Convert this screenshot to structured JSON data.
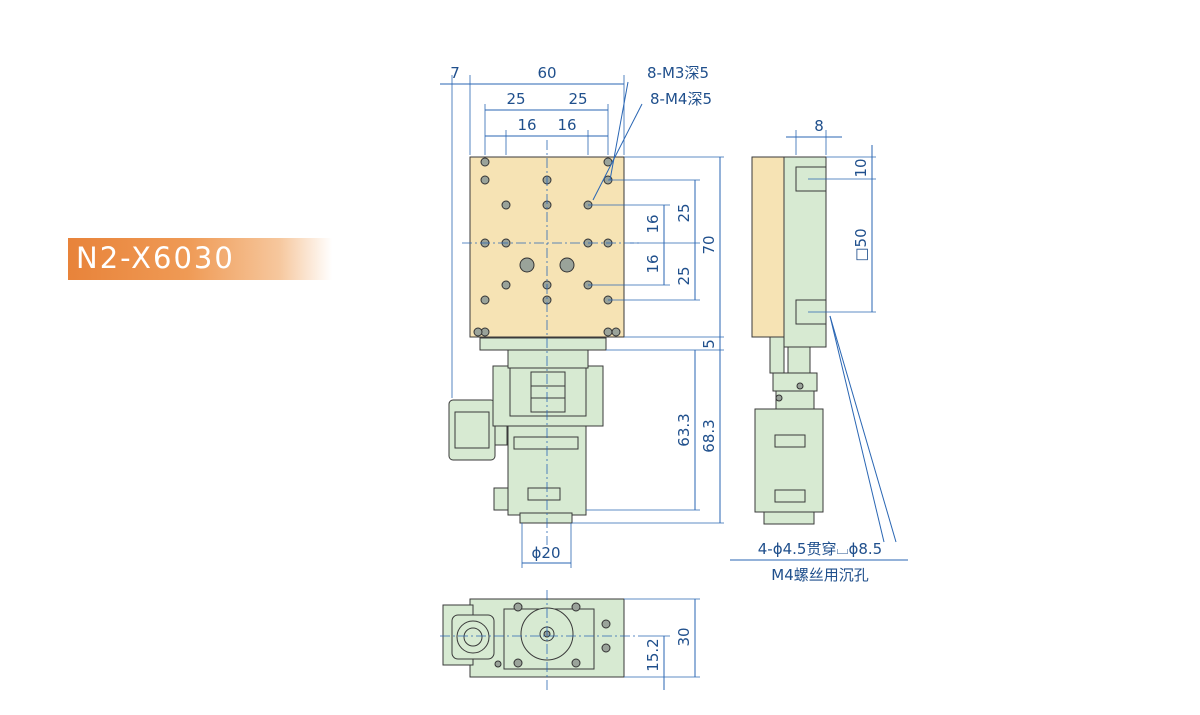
{
  "model": "N2-X6030",
  "dims": {
    "d7": "7",
    "d60": "60",
    "d25a": "25",
    "d25b": "25",
    "d16a": "16",
    "d16b": "16",
    "m3": "8-M3深5",
    "m4": "8-M4深5",
    "r25a": "25",
    "r16a": "16",
    "r16b": "16",
    "r25b": "25",
    "r70": "70",
    "r5": "5",
    "r633": "63.3",
    "r683": "68.3",
    "phi20": "ϕ20",
    "side8": "8",
    "side10": "10",
    "sq50": "□50",
    "hole_note1": "4-ϕ4.5贯穿⌴ϕ8.5",
    "hole_note2": "M4螺丝用沉孔",
    "b30": "30",
    "b152": "15.2"
  },
  "colors": {
    "badge": "#e8833a",
    "dimension": "#2a66b3",
    "plate": "#f6e3b4",
    "body": "#d7ead2"
  }
}
